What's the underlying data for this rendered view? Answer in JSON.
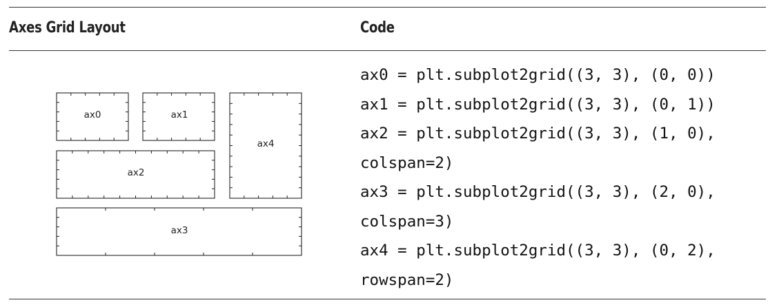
{
  "headers": {
    "layout": "Axes Grid Layout",
    "code": "Code"
  },
  "axes": {
    "ax0": "ax0",
    "ax1": "ax1",
    "ax2": "ax2",
    "ax3": "ax3",
    "ax4": "ax4"
  },
  "code_lines": [
    "ax0 = plt.subplot2grid((3, 3), (0, 0))",
    "ax1 = plt.subplot2grid((3, 3), (0, 1))",
    "ax2 = plt.subplot2grid((3, 3), (1, 0),",
    "colspan=2)",
    "ax3 = plt.subplot2grid((3, 3), (2, 0),",
    "colspan=3)",
    "ax4 = plt.subplot2grid((3, 3), (0, 2),",
    "rowspan=2)"
  ]
}
